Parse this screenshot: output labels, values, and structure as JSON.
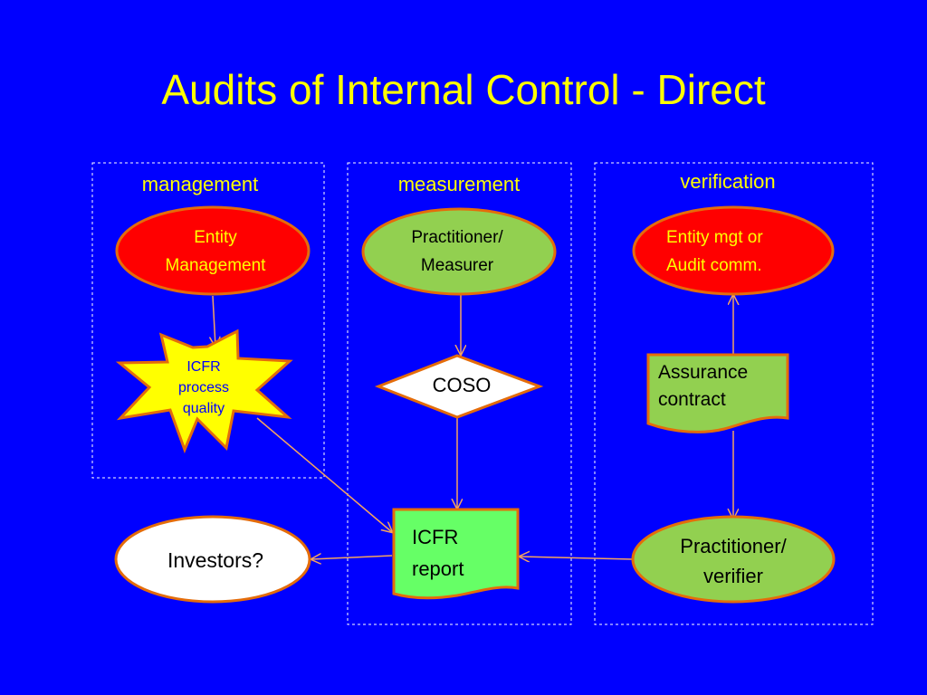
{
  "title": "Audits of Internal Control - Direct",
  "colors": {
    "background": "#0000ff",
    "title": "#ffff00",
    "red_node": "#ff0000",
    "green_node": "#92d050",
    "report_fill": "#66ff66",
    "starburst": "#ffff00",
    "outline": "#e46c0a",
    "arrow": "#f4a460"
  },
  "columns": {
    "management": "management",
    "measurement": "measurement",
    "verification": "verification"
  },
  "nodes": {
    "entity_management": [
      "Entity",
      "Management"
    ],
    "icfr_process_quality": [
      "ICFR",
      "process",
      "quality"
    ],
    "practitioner_measurer": [
      "Practitioner/",
      "Measurer"
    ],
    "coso": "COSO",
    "icfr_report": [
      "ICFR",
      "report"
    ],
    "entity_mgt_audit": [
      "Entity mgt or",
      "Audit comm."
    ],
    "assurance_contract": [
      "Assurance",
      "contract"
    ],
    "practitioner_verifier": [
      "Practitioner/",
      "verifier"
    ],
    "investors": "Investors?"
  }
}
